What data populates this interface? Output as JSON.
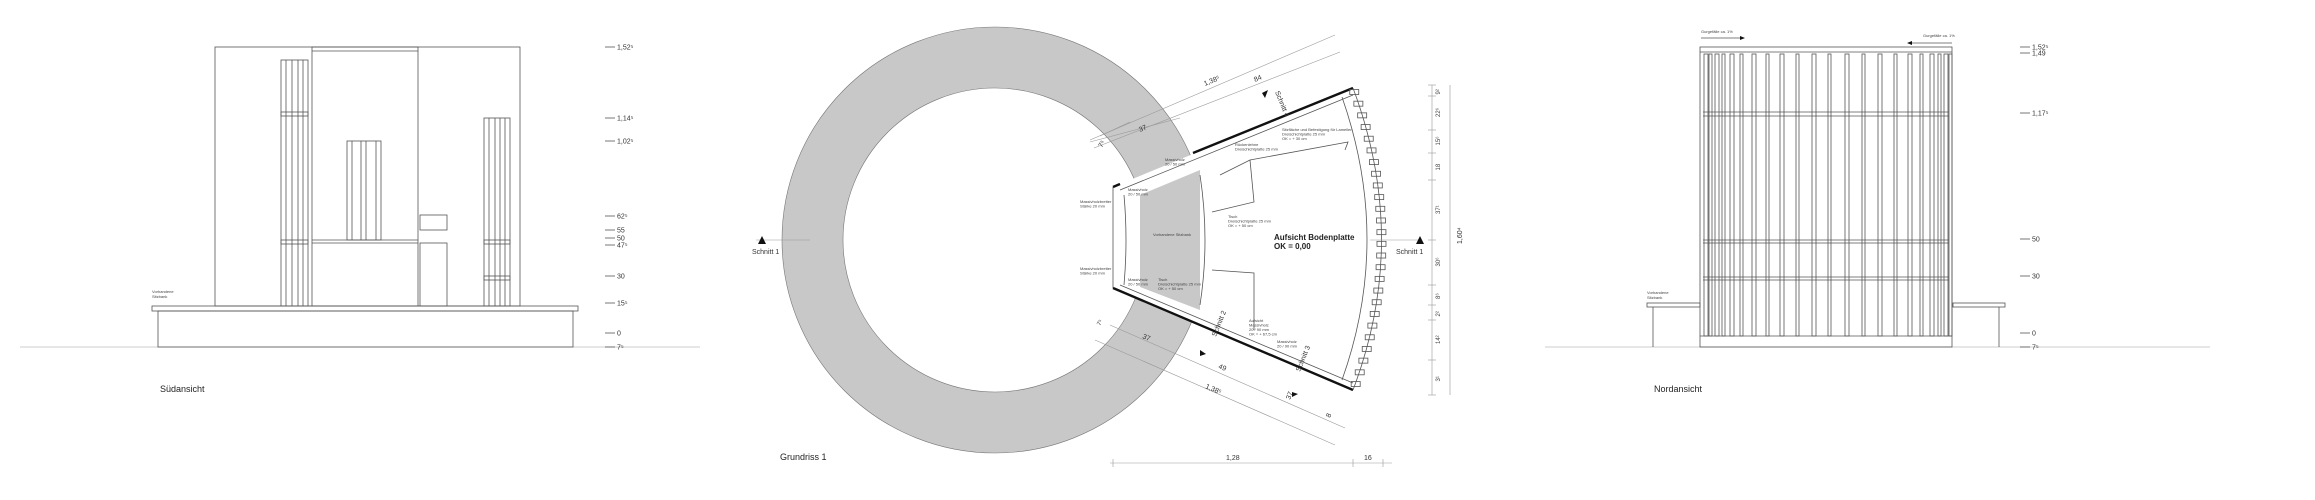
{
  "south": {
    "title": "Südansicht",
    "bench_label": [
      "Vorhandene",
      "Sitzbank"
    ],
    "levels": [
      "1,52⁵",
      "1,14⁵",
      "1,02⁵",
      "62⁵",
      "55",
      "50",
      "47⁵",
      "30",
      "15⁵",
      "0",
      "7⁵"
    ]
  },
  "plan": {
    "title": "Grundriss 1",
    "section_left": "Schnitt 1",
    "section_right": "Schnitt 1",
    "section_2": "Schnitt 2",
    "section_3": "Schnitt 3",
    "section_4": "Schnitt 4",
    "floor_title": "Aufsicht Bodenplatte",
    "floor_level": "OK = 0,00",
    "bench": "Vorhandene Sitzbank",
    "notes": {
      "seat": [
        "Sitzfläche und Befestigung für Lamellen",
        "Dreischichtplatte 25 mm",
        "OK = + 30 cm"
      ],
      "backrest": [
        "Rückenlehne",
        "Dreischichtplatte 25 mm"
      ],
      "solid_top": [
        "Massivholz",
        "20 / 50 mm"
      ],
      "solid_left": [
        "Massivholz",
        "20 / 50 mm"
      ],
      "boards_top": [
        "Massivholzbretter",
        "Stärke 20 mm"
      ],
      "boards_bottom": [
        "Massivholzbretter",
        "Stärke 20 mm"
      ],
      "table_top": [
        "Tisch",
        "Dreischichtplatte 25 mm",
        "OK = + 50 cm"
      ],
      "solid_bottom": [
        "Massivholz",
        "20 / 50 mm"
      ],
      "table_bottom": [
        "Tisch",
        "Dreischichtplatte 25 mm",
        "OK = + 50 cm"
      ],
      "view_solid": [
        "Aufsicht",
        "Massivholz",
        "20 / 90 mm",
        "OK = + 67,5 cm"
      ],
      "solid_90": [
        "Massivholz",
        "20 / 90 mm"
      ]
    },
    "dims_top": [
      "1,38⁵",
      "84",
      "37",
      "7⁵"
    ],
    "dims_bottom": [
      "7⁵",
      "37",
      "49",
      "1,38⁵",
      "37",
      "8"
    ],
    "dims_horizontal": [
      "1,28",
      "16"
    ],
    "dims_vertical": [
      "9²",
      "22⁶",
      "15⁶",
      "18",
      "37¹",
      "30⁶",
      "8⁶",
      "2²",
      "14²",
      "3¹"
    ],
    "dim_total": "1,60⁴"
  },
  "north": {
    "title": "Nordansicht",
    "bench_label": [
      "Vorhandene",
      "Sitzbank"
    ],
    "slope_left": "Gurgefälle ca. 1%",
    "slope_right": "Gurgefälle ca. 1%",
    "levels": [
      "1,52⁵",
      "1,49",
      "1,17⁵",
      "50",
      "30",
      "0",
      "7⁵"
    ]
  },
  "colors": {
    "ring": "#c8c8c8",
    "line": "#555555"
  }
}
